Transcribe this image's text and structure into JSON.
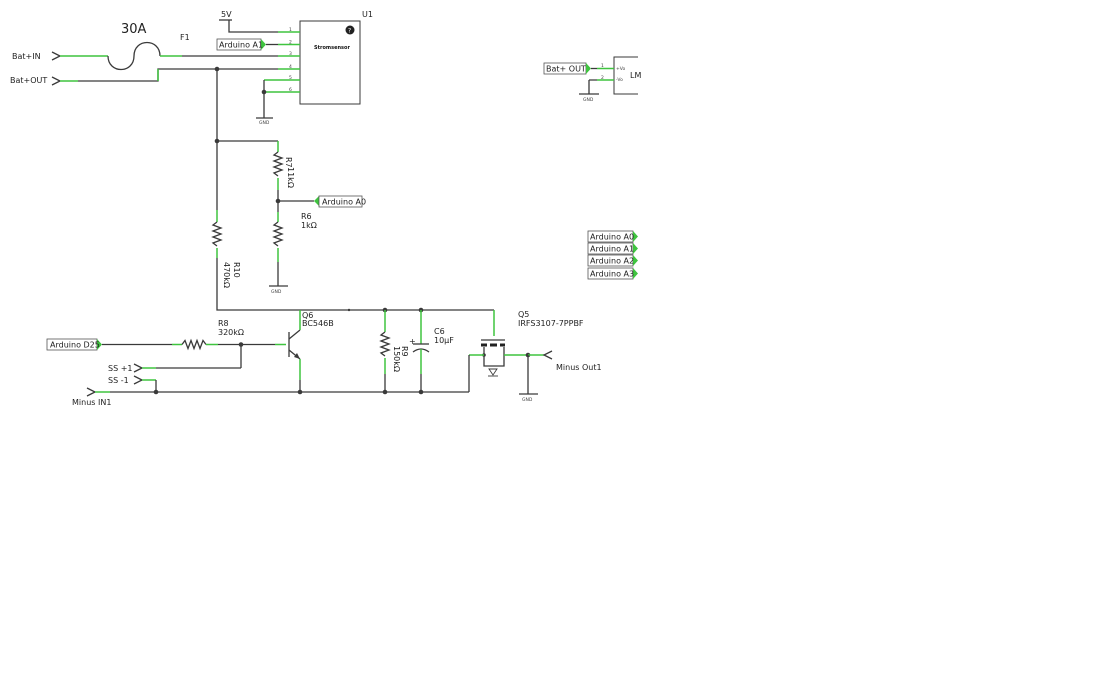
{
  "fuse": {
    "rating": "30A",
    "ref": "F1"
  },
  "sensor": {
    "ref": "U1",
    "title": "Stromsensor",
    "pins": [
      "1",
      "2",
      "3",
      "4",
      "5",
      "6"
    ]
  },
  "lm": {
    "label": "LM",
    "pins": [
      "1",
      "2"
    ],
    "pin_names": [
      "+Vo",
      "-Vo"
    ]
  },
  "power": {
    "v5": "5V",
    "gnd": "GND"
  },
  "ports": {
    "bat_in": "Bat+IN",
    "bat_out": "Bat+OUT",
    "ss_plus": "SS +1",
    "ss_minus": "SS -1",
    "minus_in": "Minus IN1",
    "minus_out": "Minus Out1"
  },
  "nets": {
    "arduino_a1": "Arduino A1",
    "arduino_a0": "Arduino A0",
    "arduino_d25": "Arduino D25",
    "bat_plus_out": "Bat+ OUT",
    "legend": [
      "Arduino A0",
      "Arduino A1",
      "Arduino A2",
      "Arduino A3"
    ]
  },
  "parts": {
    "r7": {
      "ref": "R7",
      "value": "11kΩ"
    },
    "r6": {
      "ref": "R6",
      "value": "1kΩ"
    },
    "r10": {
      "ref": "R10",
      "value": "470kΩ"
    },
    "r8": {
      "ref": "R8",
      "value": "320kΩ"
    },
    "r9": {
      "ref": "R9",
      "value": "150kΩ"
    },
    "q6": {
      "ref": "Q6",
      "value": "BC546B"
    },
    "c6": {
      "ref": "C6",
      "value": "10µF",
      "polarity": "+"
    },
    "q5": {
      "ref": "Q5",
      "value": "IRFS3107-7PPBF"
    }
  }
}
